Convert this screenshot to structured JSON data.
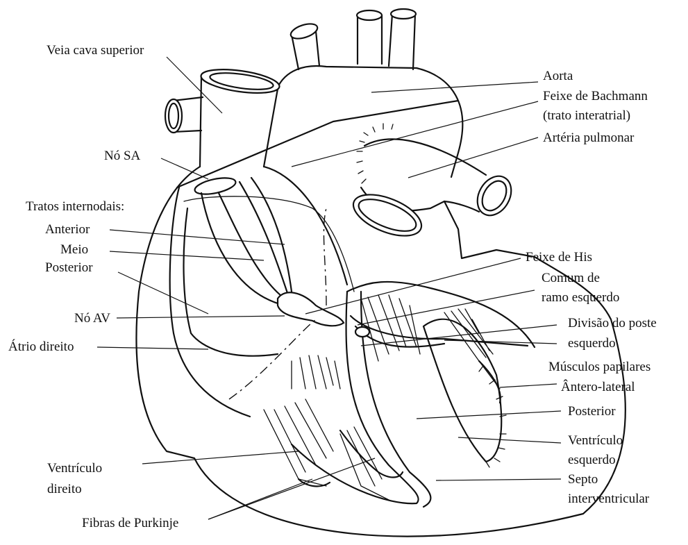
{
  "labels": {
    "veia_cava_superior": "Veia cava superior",
    "aorta": "Aorta",
    "feixe_bachmann_1": "Feixe de Bachmann",
    "feixe_bachmann_2": "(trato interatrial)",
    "arteria_pulmonar": "Artéria pulmonar",
    "no_sa": "Nó SA",
    "tratos_internodais": "Tratos internodais:",
    "anterior": "Anterior",
    "meio": "Meio",
    "posterior_trato": "Posterior",
    "feixe_his": "Feixe de His",
    "comum_ramo_1": "Comum de",
    "comum_ramo_2": "ramo esquerdo",
    "no_av": "Nó AV",
    "divisao_poste_1": "Divisão do poste",
    "divisao_poste_2": "esquerdo",
    "atrio_direito": "Átrio direito",
    "musculos_papilares": "Músculos papilares",
    "antero_lateral": "Ântero-lateral",
    "posterior_papilar": "Posterior",
    "ventriculo_esquerdo_1": "Ventrículo",
    "ventriculo_esquerdo_2": "esquerdo",
    "ventriculo_direito_1": "Ventrículo",
    "ventriculo_direito_2": "direito",
    "septo_1": "Septo",
    "septo_2": "interventricular",
    "fibras_purkinje": "Fibras de Purkinje"
  }
}
